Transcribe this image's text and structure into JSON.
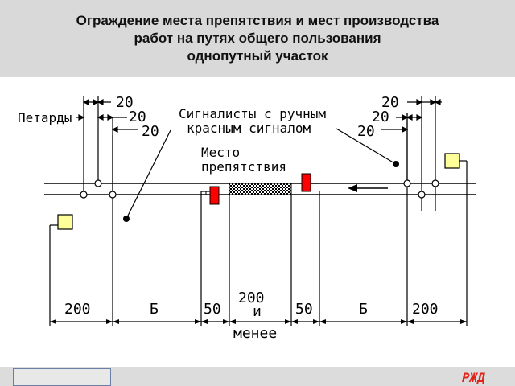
{
  "title": "Ограждение места препятствия и мест производства\nработ на путях общего пользования\nоднопутный участок",
  "labels": {
    "petards": "Петарды",
    "signalmen_line1": "Сигналисты с ручным",
    "signalmen_line2": "красным сигналом",
    "obstacle_line1": "Место",
    "obstacle_line2": "препятствия"
  },
  "distances": {
    "left_top": [
      "20",
      "20",
      "20"
    ],
    "right_top": [
      "20",
      "20",
      "20"
    ],
    "bottom": [
      "200",
      "Б",
      "50",
      "50",
      "Б",
      "200"
    ],
    "center_line1": "200",
    "center_line2": "и",
    "center_line3": "менее"
  },
  "colors": {
    "signal": "#ff0000",
    "sign": "#ffff99",
    "brand": "#e2231a"
  },
  "logo": {
    "text": "РЖД"
  }
}
